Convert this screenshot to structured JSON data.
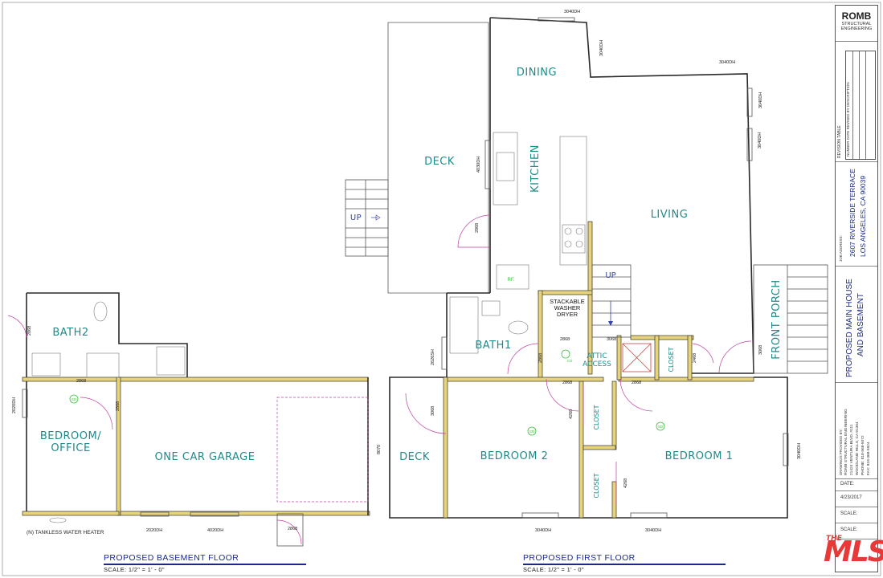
{
  "rooms": {
    "dining": "DINING",
    "deck_top": "DECK",
    "kitchen": "KITCHEN",
    "living": "LIVING",
    "up_left": "UP",
    "up_center": "UP",
    "washer_dryer": [
      "STACKABLE",
      "WASHER",
      "DRYER"
    ],
    "bath1": "BATH1",
    "attic": [
      "ATTIC",
      "ACCESS"
    ],
    "closet_a": "CLOSET",
    "closet_b": "CLOSET",
    "closet_c": "CLOSET",
    "front_porch": "FRONT PORCH",
    "deck_bottom": "DECK",
    "bedroom2": "BEDROOM 2",
    "bedroom1": "BEDROOM 1",
    "bath2": "BATH2",
    "bedroom_office": [
      "BEDROOM/",
      "OFFICE"
    ],
    "garage": "ONE CAR GARAGE",
    "rf": "RF.",
    "sd": "SD",
    "co": "CO"
  },
  "dims": {
    "top_window_a": "3040DH",
    "top_window_b": "3040DH",
    "right_window_a": "3040DH",
    "right_window_b": "3040DH",
    "kitchen_window": "4030DH",
    "door_2868_a": "2868",
    "door_2868_b": "2868",
    "door_2868_c": "2868",
    "door_2868_d": "2868",
    "door_2868_e": "2868",
    "door_2868_f": "2868",
    "door_2868_g": "2868",
    "door_2868_h": "2868",
    "door_2868_i": "2868",
    "door_3068_a": "3068",
    "door_3068_b": "3068",
    "door_3068_c": "3068",
    "door_4268_a": "4268",
    "door_4268_b": "4268",
    "door_2468": "2468",
    "win_2626": "2626SH",
    "win_2020": "2020DH",
    "bottom_a": "2020DH",
    "bottom_b": "4020DH",
    "bottom_c": "3040DH",
    "bottom_d": "3040DH",
    "bed1_right": "3040DH",
    "garage_right": "8070"
  },
  "notes": {
    "water_heater": "(N) TANKLESS WATER HEATER"
  },
  "captions": {
    "basement_title": "PROPOSED BASEMENT FLOOR",
    "basement_scale": "SCALE: 1/2\" = 1' - 0\"",
    "first_title": "PROPOSED FIRST FLOOR",
    "first_scale": "SCALE: 1/2\" = 1' - 0\""
  },
  "title_block": {
    "firm": "ROMB",
    "firm_sub1": "STRUCTURAL",
    "firm_sub2": "ENGINEERING",
    "revision_table": "REVISION TABLE",
    "revision_cols": "NUMBER  DATE   REVISED BY  DESCRIPTION",
    "job_address_label": "JOB ADDRESS:",
    "address_1": "2607 RIVERSIDE TERRACE",
    "address_2": "LOS ANGELES, CA 90039",
    "project_1": "PROPOSED MAIN HOUSE",
    "project_2": "AND BASEMENT",
    "drawn_1": "DRAWINGS PROVIDED BY:",
    "drawn_2": "ROMB STRUCTURAL ENGINEERING",
    "drawn_3": "21424 VENTURA BLVD. #111",
    "drawn_4": "WOODLAND HILLS, CA 91364",
    "drawn_5": "PHONE: 818-568-5072",
    "drawn_6": "FAX: 818-368-5924",
    "date_label": "DATE:",
    "date_value": "4/23/2017",
    "scale_label": "SCALE:",
    "scale_label_2": "SCALE:"
  },
  "watermark": {
    "the": "THE",
    "mls": "MLS",
    "color": "#e83838"
  },
  "colors": {
    "room_label": "#1f8a8a",
    "caption": "#1a2a8a",
    "wall_fill": "#e7d37a",
    "door": "#c040a0"
  }
}
